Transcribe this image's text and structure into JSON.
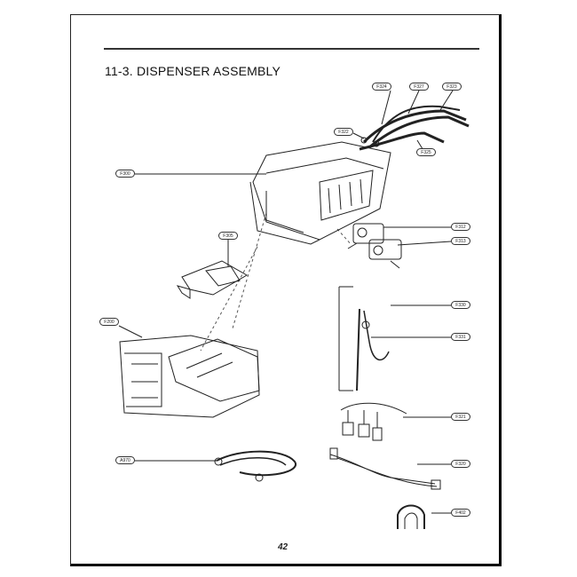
{
  "document": {
    "section_title": "11-3. DISPENSER ASSEMBLY",
    "page_number": "42"
  },
  "callouts": [
    {
      "id": "c-top-1",
      "text": "F324"
    },
    {
      "id": "c-top-2",
      "text": "F327"
    },
    {
      "id": "c-top-3",
      "text": "F323"
    },
    {
      "id": "c-hose-a",
      "text": "F322"
    },
    {
      "id": "c-hose-b",
      "text": "F325"
    },
    {
      "id": "c-housing",
      "text": "F300"
    },
    {
      "id": "c-valve-1",
      "text": "F312"
    },
    {
      "id": "c-valve-2",
      "text": "F313"
    },
    {
      "id": "c-cover",
      "text": "F305"
    },
    {
      "id": "c-bellows-1",
      "text": "F330"
    },
    {
      "id": "c-bellows-2",
      "text": "F331"
    },
    {
      "id": "c-drawer",
      "text": "F200"
    },
    {
      "id": "c-harness-1",
      "text": "F321"
    },
    {
      "id": "c-hose-kit",
      "text": "A970"
    },
    {
      "id": "c-harness-2",
      "text": "F320"
    },
    {
      "id": "c-clip",
      "text": "F402"
    }
  ]
}
